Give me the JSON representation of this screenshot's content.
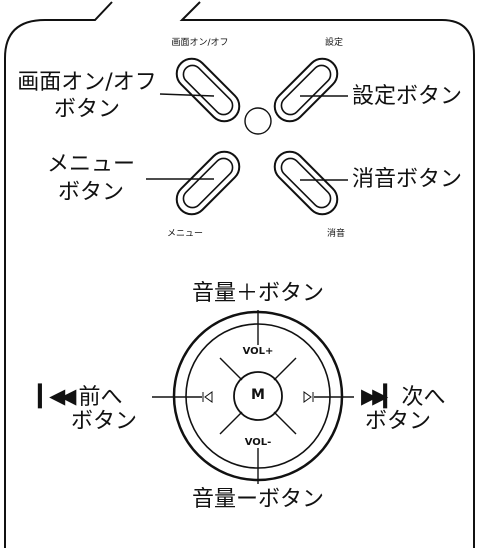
{
  "top_buttons": {
    "screen_small": "画面オン/オフ",
    "settings_small": "設定",
    "menu_small": "メニュー",
    "mute_small": "消音",
    "screen_callout_line1": "画面オン/オフ",
    "screen_callout_line2": "ボタン",
    "settings_callout": "設定ボタン",
    "menu_callout_line1": "メニュー",
    "menu_callout_line2": "ボタン",
    "mute_callout": "消音ボタン"
  },
  "dial": {
    "vol_up_callout": "音量＋ボタン",
    "vol_down_callout": "音量ーボタン",
    "vol_up_mark": "VOL+",
    "vol_down_mark": "VOL-",
    "center_label": "M",
    "prev_callout_line1": "前へ",
    "prev_callout_line2": "ボタン",
    "next_callout_line1": "次へ",
    "next_callout_line2": "ボタン",
    "prev_icon": "skip-previous-icon",
    "next_icon": "skip-next-icon"
  }
}
